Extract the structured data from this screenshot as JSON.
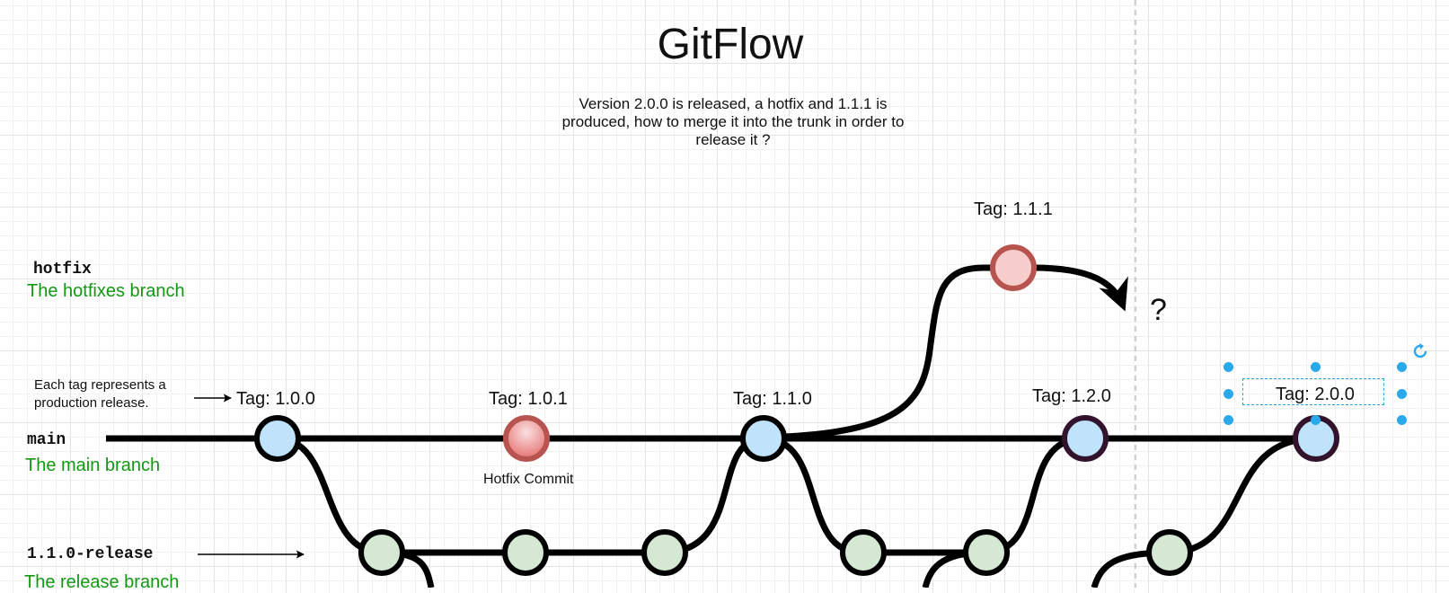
{
  "diagram": {
    "title": "GitFlow",
    "description": "Version 2.0.0 is released, a hotfix and 1.1.1 is produced, how to merge it into the trunk in order to release it ?",
    "question_mark": "?",
    "lanes": {
      "hotfix": {
        "name": "hotfix",
        "caption": "The hotfixes branch"
      },
      "main": {
        "name": "main",
        "caption": "The main branch"
      },
      "release": {
        "name": "1.1.0-release",
        "caption": "The release branch"
      }
    },
    "note": "Each tag represents a production release.",
    "tags": {
      "t100": "Tag: 1.0.0",
      "t101": "Tag: 1.0.1",
      "t110": "Tag: 1.1.0",
      "t111": "Tag: 1.1.1",
      "t120": "Tag: 1.2.0",
      "t200": "Tag: 2.0.0"
    },
    "hotfix_commit_label": "Hotfix Commit",
    "colors": {
      "main_commit_fill": "#bfe3fb",
      "hotfix_commit_fill": "#f0a3a3",
      "hotfix_branch_fill": "#f8cecc",
      "hotfix_branch_stroke": "#b85450",
      "release_commit_fill": "#d5e8d4",
      "release_stroke_dark": "#33132b",
      "lane_caption": "#119911",
      "selection": "#29a8ec"
    }
  }
}
